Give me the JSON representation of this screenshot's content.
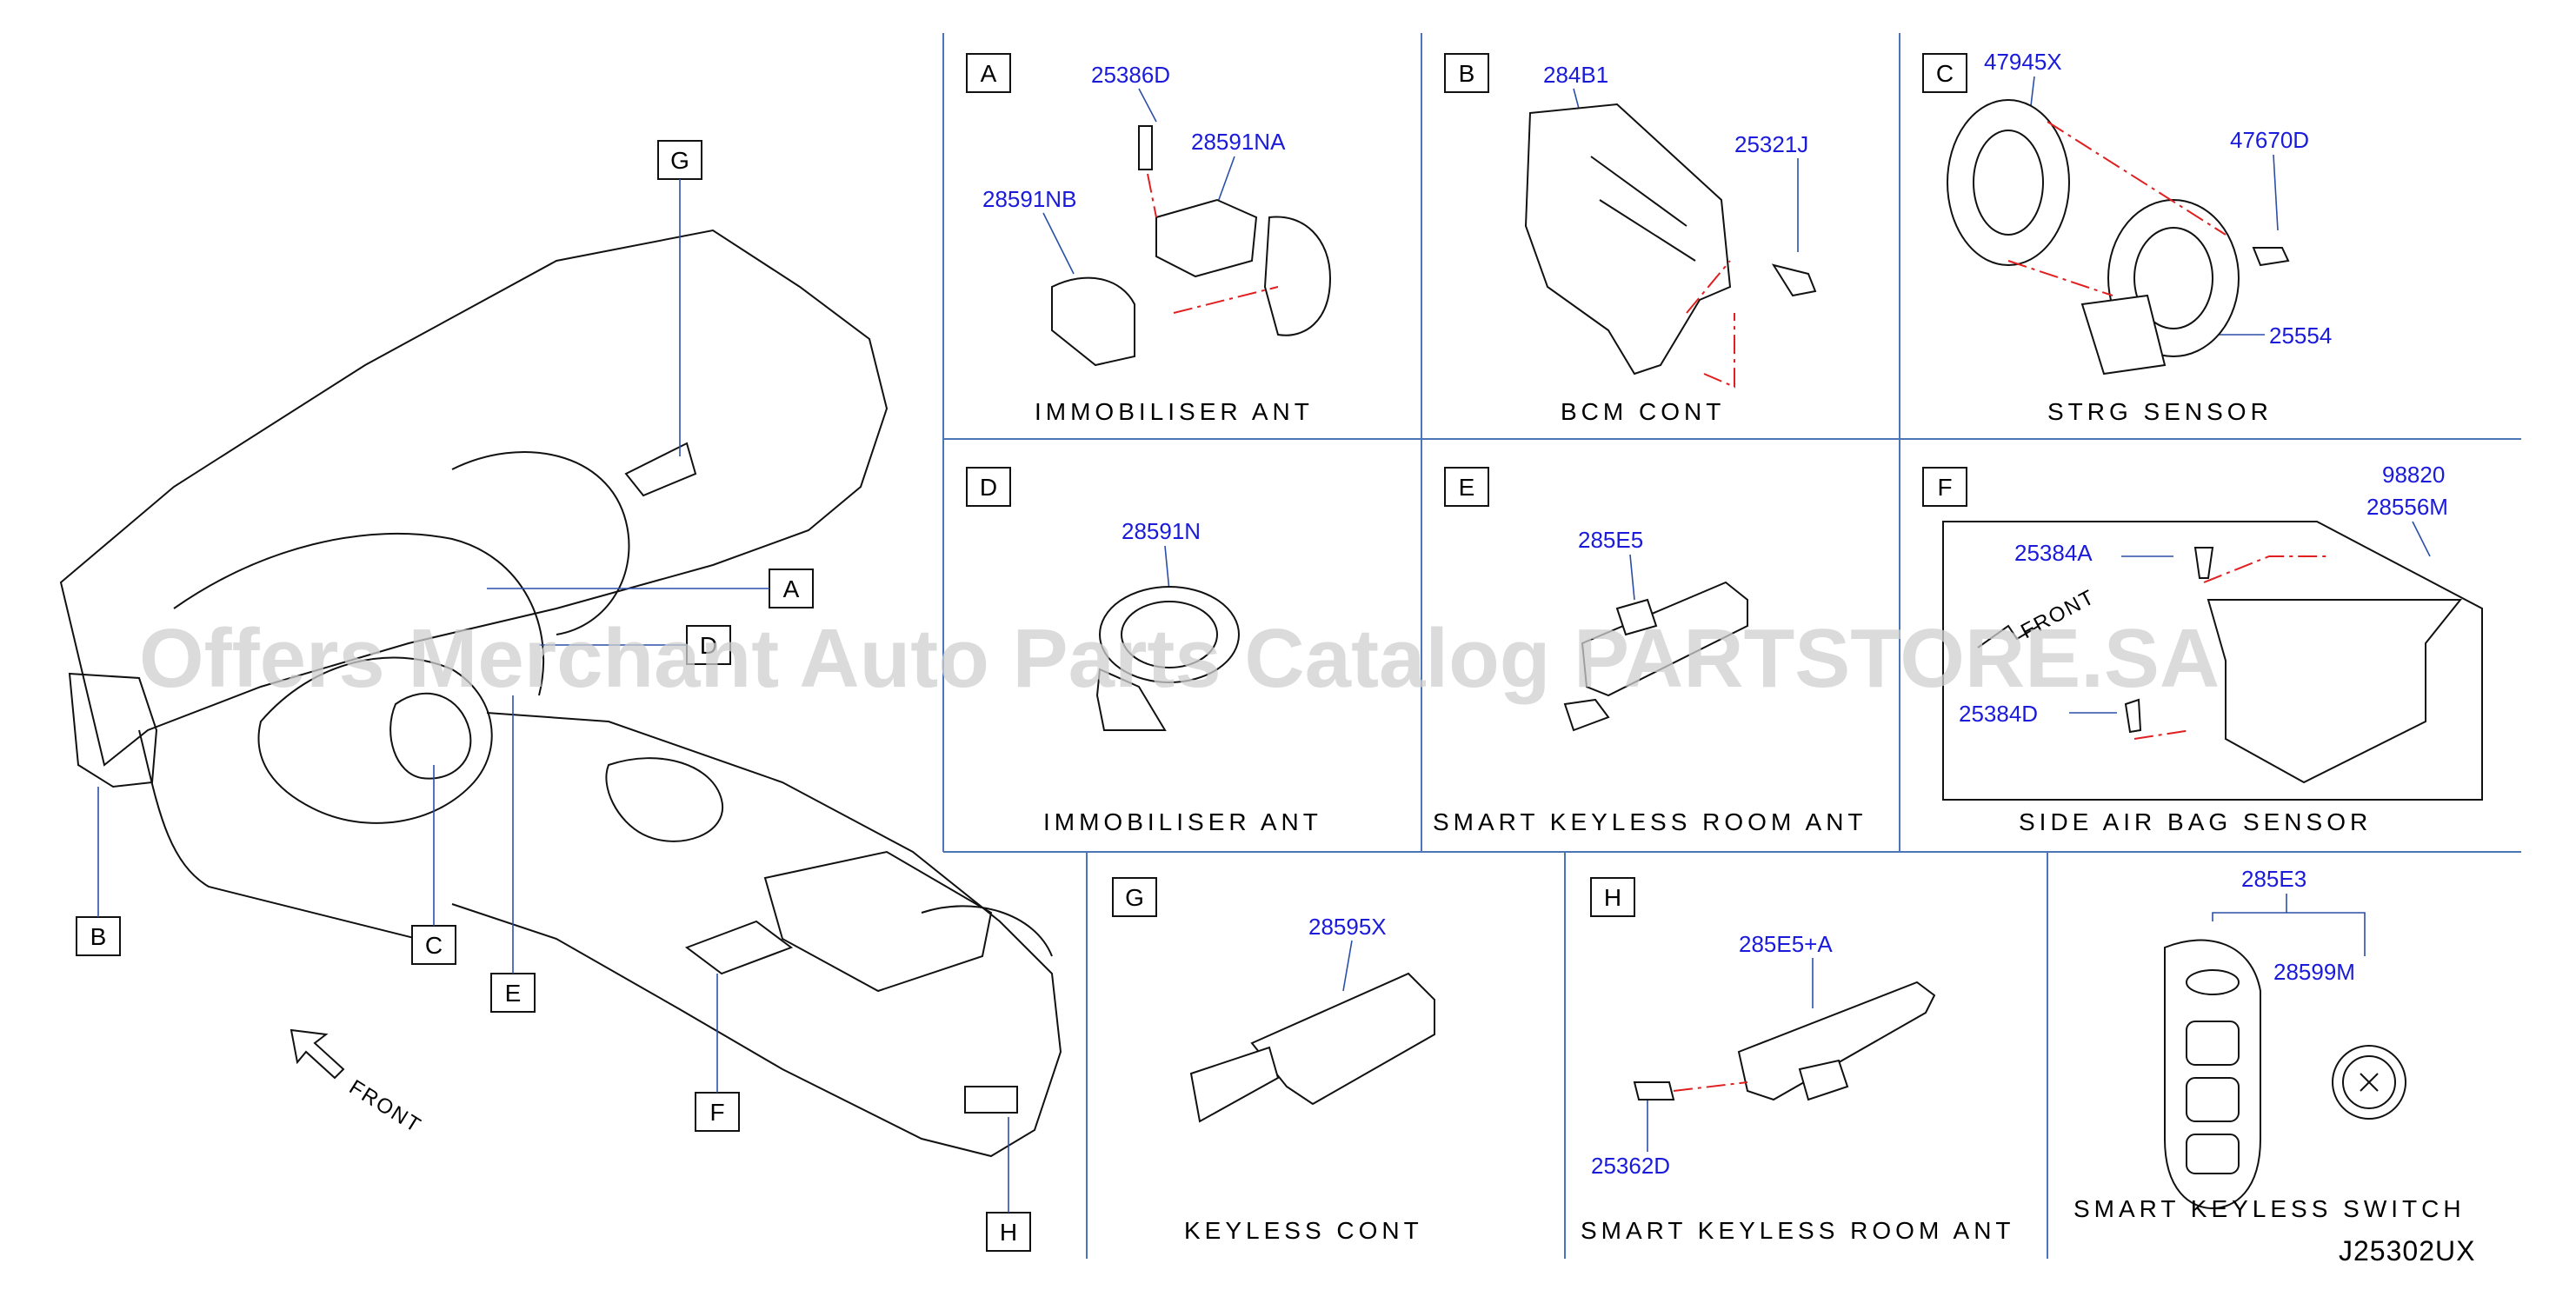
{
  "watermark": "Offers Merchant Auto Parts Catalog PARTSTORE.SA",
  "drawing_code": "J25302UX",
  "front_label": "FRONT",
  "overview": {
    "callouts": [
      "A",
      "B",
      "C",
      "D",
      "E",
      "F",
      "G",
      "H"
    ]
  },
  "panels": [
    {
      "letter": "A",
      "title": "IMMOBILISER   ANT",
      "parts": [
        "25386D",
        "28591NA",
        "28591NB"
      ]
    },
    {
      "letter": "B",
      "title": "BCM   CONT",
      "parts": [
        "284B1",
        "25321J"
      ]
    },
    {
      "letter": "C",
      "title": "STRG   SENSOR",
      "parts": [
        "47945X",
        "47670D",
        "25554"
      ]
    },
    {
      "letter": "D",
      "title": "IMMOBILISER   ANT",
      "parts": [
        "28591N"
      ]
    },
    {
      "letter": "E",
      "title": "SMART   KEYLESS   ROOM   ANT",
      "parts": [
        "285E5"
      ]
    },
    {
      "letter": "F",
      "title": "SIDE   AIR   BAG   SENSOR",
      "parts": [
        "98820",
        "28556M",
        "25384A",
        "25384D"
      ],
      "front_label": "FRONT"
    },
    {
      "letter": "G",
      "title": "KEYLESS   CONT",
      "parts": [
        "28595X"
      ]
    },
    {
      "letter": "H",
      "title": "SMART   KEYLESS   ROOM   ANT",
      "parts": [
        "285E5+A",
        "25362D"
      ]
    },
    {
      "letter": "",
      "title": "SMART   KEYLESS   SWITCH",
      "parts": [
        "285E3",
        "28599M"
      ]
    }
  ],
  "colors": {
    "part_number": "#1a1adb",
    "grid": "#4a76b8",
    "guide": "#e02020"
  }
}
